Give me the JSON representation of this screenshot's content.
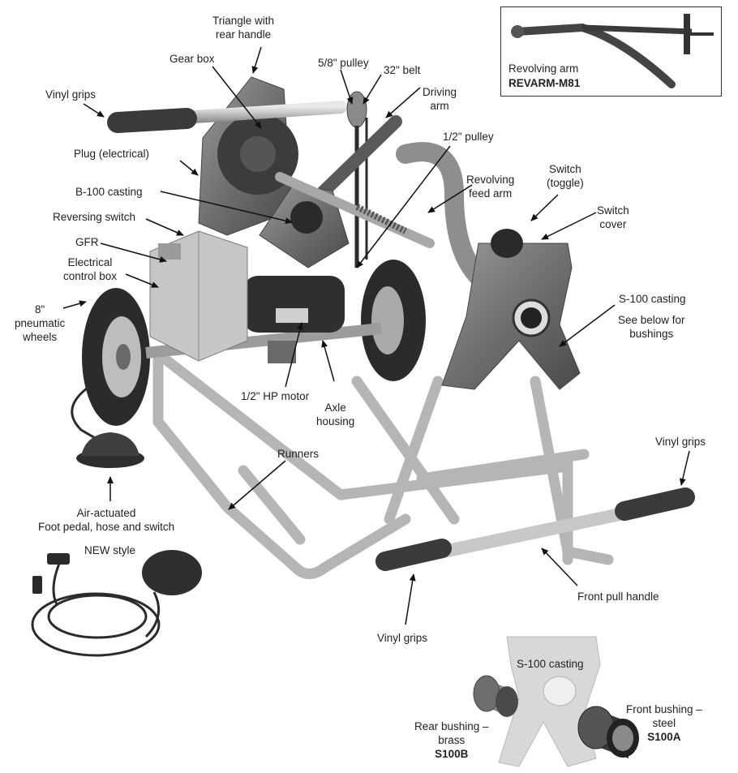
{
  "labels": {
    "triangle": [
      "Triangle with",
      "rear handle"
    ],
    "gear_box": "Gear box",
    "pulley_58": "5/8\" pulley",
    "belt_32": "32\" belt",
    "driving_arm": [
      "Driving",
      "arm"
    ],
    "vinyl_grips_top": "Vinyl grips",
    "plug": "Plug (electrical)",
    "pulley_12": "1/2\" pulley",
    "b100": "B-100 casting",
    "revolving_feed_arm": [
      "Revolving",
      "feed arm"
    ],
    "switch_toggle": [
      "Switch",
      "(toggle)"
    ],
    "switch_cover": [
      "Switch",
      "cover"
    ],
    "reversing_switch": "Reversing switch",
    "gfr": "GFR",
    "electrical_box": [
      "Electrical",
      "control box"
    ],
    "wheels": [
      "8\"",
      "pneumatic",
      "wheels"
    ],
    "s100_casting": "S-100 casting",
    "see_below": [
      "See below for",
      "bushings"
    ],
    "motor": "1/2\" HP motor",
    "axle_housing": [
      "Axle",
      "housing"
    ],
    "runners": "Runners",
    "vinyl_grips_right": "Vinyl grips",
    "foot_pedal": [
      "Air-actuated",
      "Foot pedal, hose and switch"
    ],
    "new_style": "NEW style",
    "front_pull_handle": "Front pull handle",
    "vinyl_grips_bottom": "Vinyl grips",
    "s100_casting_bottom": "S-100 casting",
    "rear_bushing": [
      "Rear bushing –",
      "brass"
    ],
    "rear_bushing_code": "S100B",
    "front_bushing": [
      "Front bushing –",
      "steel"
    ],
    "front_bushing_code": "S100A"
  },
  "inset": {
    "title": "Revolving arm",
    "code": "REVARM-M81"
  }
}
